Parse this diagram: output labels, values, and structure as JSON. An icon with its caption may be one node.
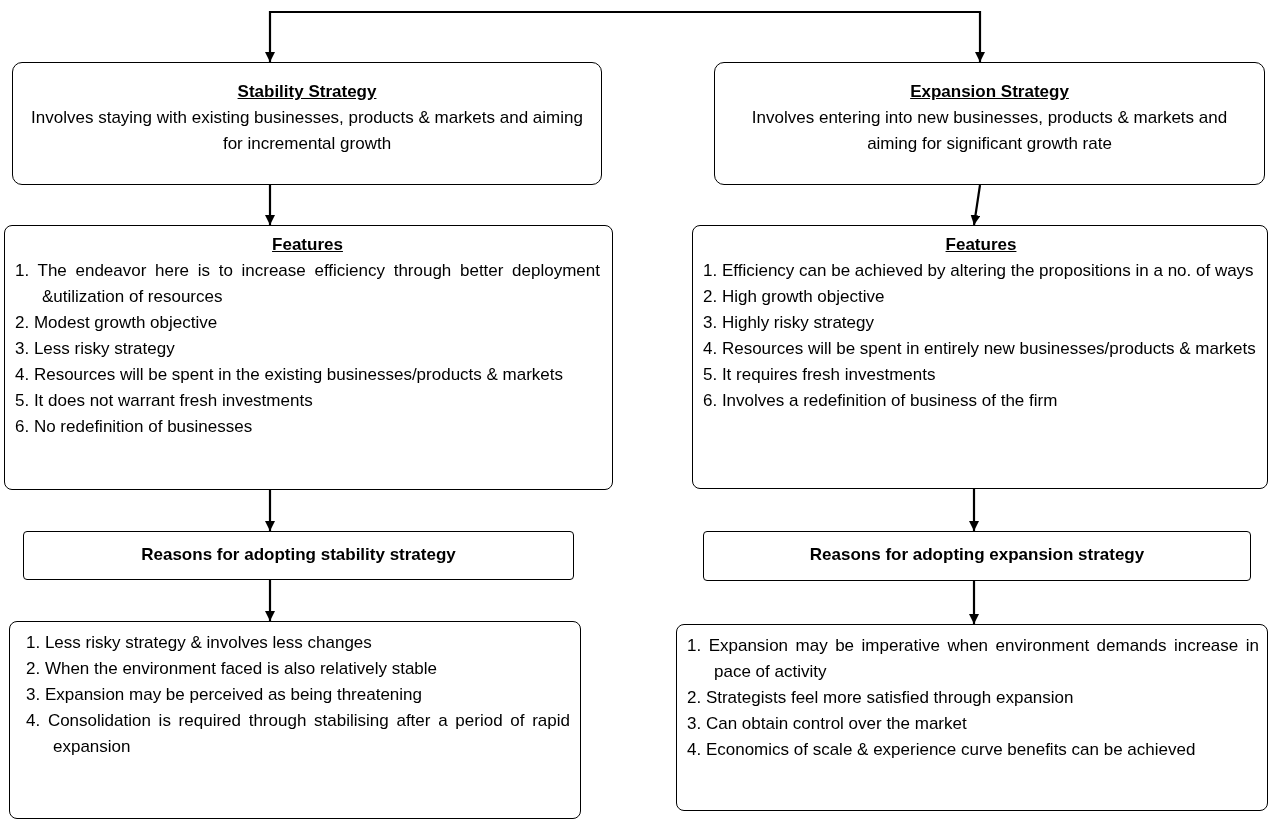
{
  "diagram": {
    "nodes": [
      {
        "text": [
          "Stability Strategy",
          "Involves staying with existing businesses, products & markets and aiming for incremental growth"
        ]
      },
      {
        "text": [
          "Features",
          "1. The endeavor here is to increase efficiency through better deployment &utilization of resources",
          "2. Modest growth objective",
          "3. Less risky strategy",
          "4. Resources will be spent in the existing businesses/products & markets",
          "5. It does not warrant fresh investments",
          "6. No redefinition of businesses"
        ]
      },
      {
        "text": [
          "Reasons for adopting stability strategy"
        ]
      },
      {
        "text": [
          "1. Less risky strategy & involves less changes",
          "2. When the environment faced is also relatively stable",
          "3. Expansion may be perceived as being threatening",
          "4. Consolidation is required through stabilising after a period of rapid expansion"
        ]
      },
      {
        "text": [
          "Expansion Strategy",
          "Involves entering into new businesses, products & markets and aiming for significant growth rate"
        ]
      },
      {
        "text": [
          "Features",
          "1. Efficiency can be achieved by altering the propositions in a no. of ways",
          "2. High growth objective",
          "3. Highly risky strategy",
          "4. Resources will be spent in entirely new businesses/products & markets",
          "5. It requires fresh investments",
          "6. Involves a redefinition of business of the firm"
        ]
      },
      {
        "text": [
          "Reasons for adopting expansion strategy"
        ]
      },
      {
        "text": [
          "1. Expansion may be imperative when environment demands increase in pace of activity",
          "2. Strategists feel more satisfied through expansion",
          "3. Can obtain control over the market",
          "4. Economics of scale & experience curve benefits can be achieved"
        ]
      }
    ],
    "edges": [
      {
        "from": null,
        "to": 0,
        "arrow": "to"
      },
      {
        "from": null,
        "to": 4,
        "arrow": "to"
      },
      {
        "from": 0,
        "to": 1,
        "arrow": "to"
      },
      {
        "from": 1,
        "to": 2,
        "arrow": "to"
      },
      {
        "from": 2,
        "to": 3,
        "arrow": "to"
      },
      {
        "from": 4,
        "to": 5,
        "arrow": "to"
      },
      {
        "from": 5,
        "to": 6,
        "arrow": "to"
      },
      {
        "from": 6,
        "to": 7,
        "arrow": "to"
      }
    ]
  }
}
